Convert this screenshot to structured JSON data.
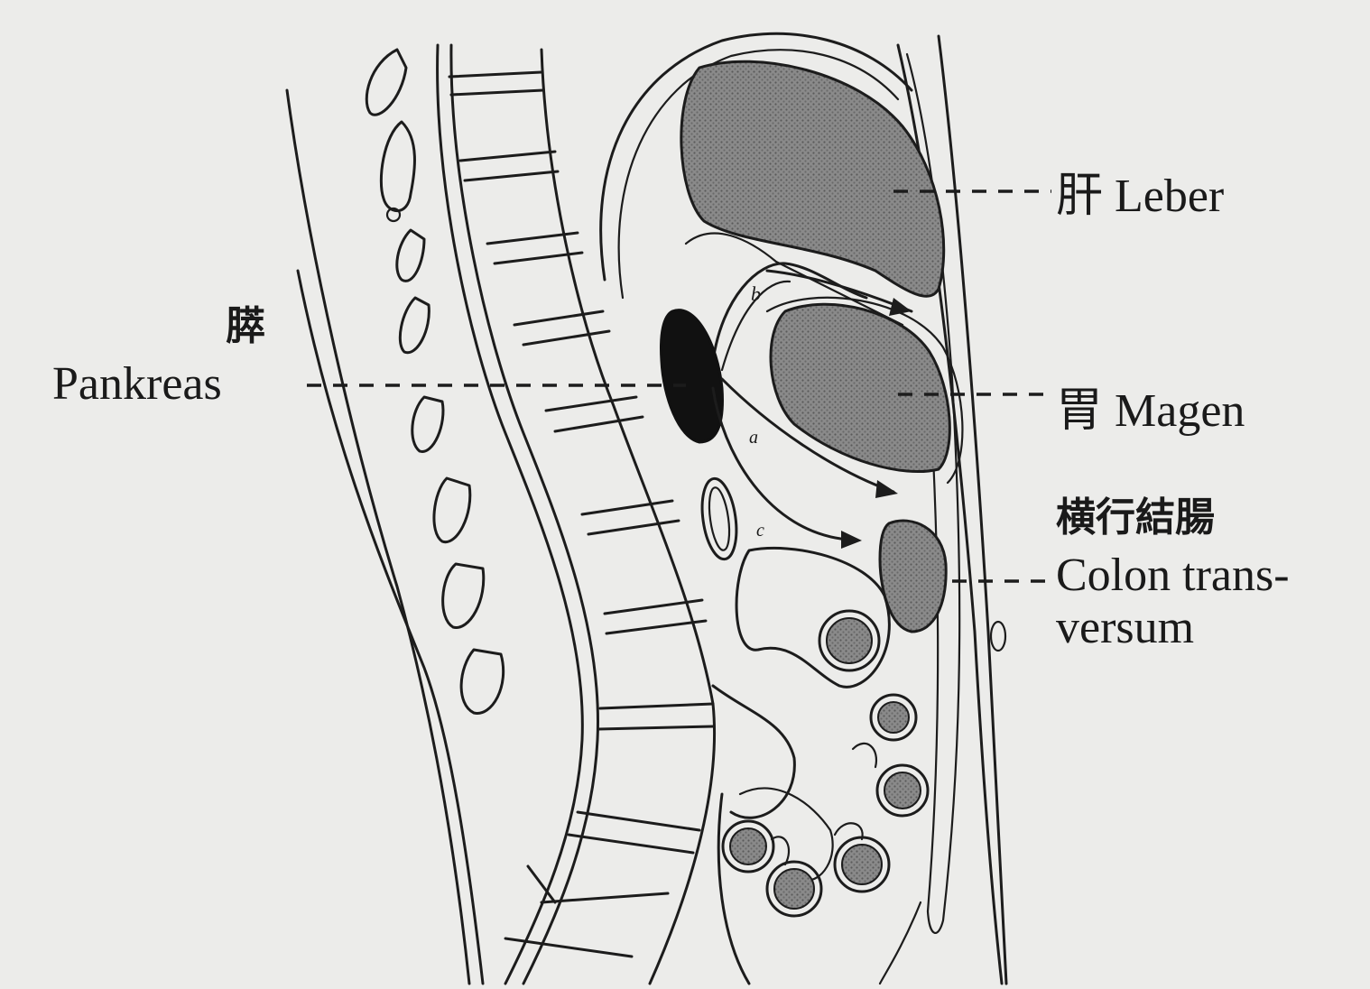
{
  "labels": {
    "pancreas_jp": "膵",
    "pancreas_de": "Pankreas",
    "liver": "肝 Leber",
    "stomach": "胃 Magen",
    "colon_jp": "横行結腸",
    "colon_de_1": "Colon trans-",
    "colon_de_2": "versum"
  },
  "markers": {
    "a": "a",
    "b": "b",
    "c": "c"
  },
  "colors": {
    "background": "#ececea",
    "ink": "#1c1c1c",
    "organ_fill": "#7b7b7b"
  }
}
